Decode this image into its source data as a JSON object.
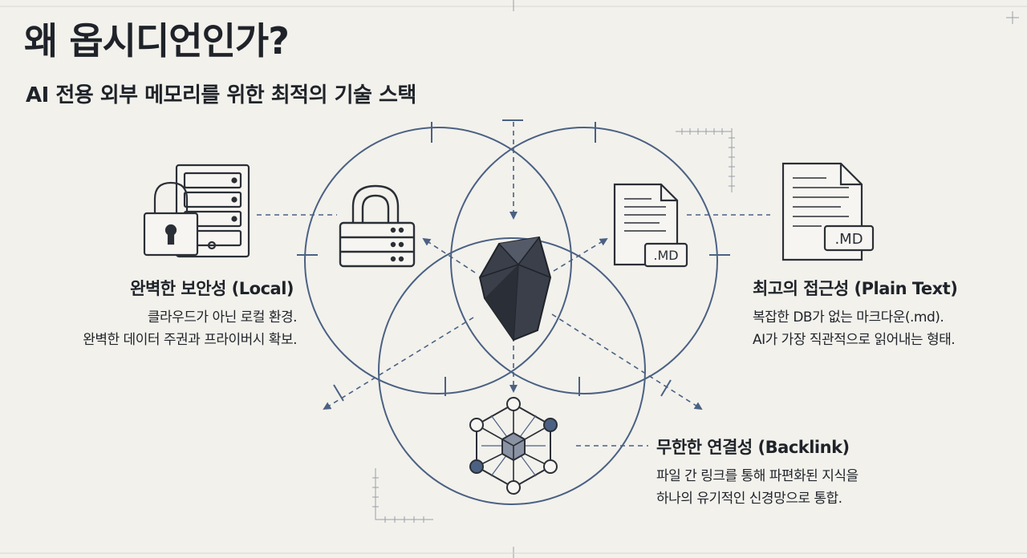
{
  "header": {
    "title": "왜 옵시디언인가?",
    "subtitle": "AI 전용 외부 메모리를 위한 최적의 기술 스택"
  },
  "features": {
    "local": {
      "title": "완벽한 보안성 (Local)",
      "line1": "클라우드가 아닌 로컬 환경.",
      "line2": "완벽한 데이터 주권과 프라이버시 확보."
    },
    "plain_text": {
      "title": "최고의 접근성 (Plain Text)",
      "line1": "복잡한 DB가 없는 마크다운(.md).",
      "line2": "AI가 가장 직관적으로 읽어내는 형태."
    },
    "backlink": {
      "title": "무한한 연결성 (Backlink)",
      "line1": "파일 간 링크를 통해 파편화된 지식을",
      "line2": "하나의 유기적인 신경망으로 통합."
    }
  },
  "icons": {
    "file_label_inner": ".MD",
    "file_label_outer": ".MD"
  },
  "colors": {
    "background": "#f2f1ec",
    "circle_stroke": "#4b6183",
    "icon_stroke": "#2b2f36",
    "node_accent": "#4b6183",
    "text": "#1f2329"
  }
}
